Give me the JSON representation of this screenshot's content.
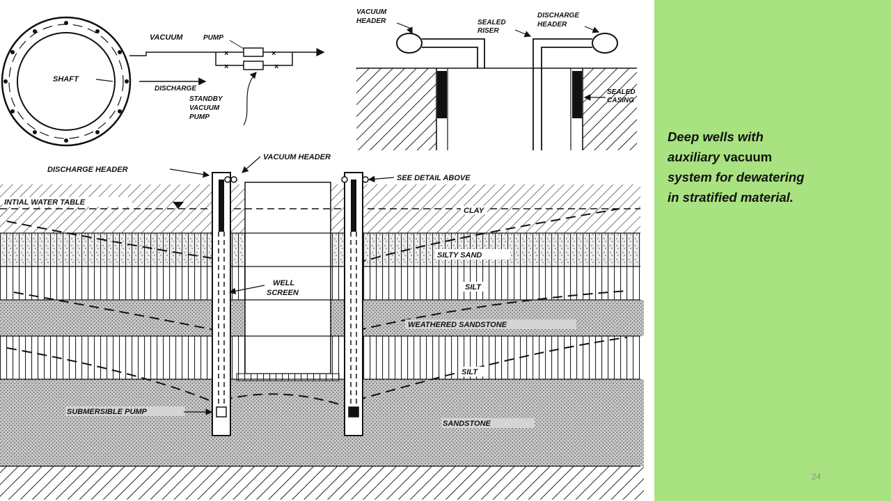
{
  "diagram": {
    "plan_labels": {
      "vacuum": "VACUUM",
      "pump": "PUMP",
      "shaft": "SHAFT",
      "discharge": "DISCHARGE",
      "standby_1": "STANDBY",
      "standby_2": "VACUUM",
      "standby_3": "PUMP"
    },
    "detail_labels": {
      "vacuum_header_1": "VACUUM",
      "vacuum_header_2": "HEADER",
      "sealed_riser_1": "SEALED",
      "sealed_riser_2": "RISER",
      "discharge_header_1": "DISCHARGE",
      "discharge_header_2": "HEADER",
      "sealed_casing_1": "SEALED",
      "sealed_casing_2": "CASING"
    },
    "section_labels": {
      "vacuum_header": "VACUUM HEADER",
      "discharge_header": "DISCHARGE HEADER",
      "see_detail": "SEE DETAIL ABOVE",
      "water_table": "INTIAL WATER TABLE",
      "clay": "CLAY",
      "silty_sand": "SILTY SAND",
      "silt_upper": "SILT",
      "well_screen_1": "WELL",
      "well_screen_2": "SCREEN",
      "weathered_sandstone": "WEATHERED SANDSTONE",
      "silt_lower": "SILT",
      "submersible_pump": "SUBMERSIBLE PUMP",
      "sandstone": "SANDSTONE"
    }
  },
  "caption": {
    "part1": "Deep wells with auxiliary",
    "part2": " vacuum ",
    "part3": "system for dewatering in stratified material."
  },
  "page_number": "24",
  "colors": {
    "panel_green": "#a9e281",
    "caption_text": "#111111",
    "page_number": "#8c8c8c"
  }
}
